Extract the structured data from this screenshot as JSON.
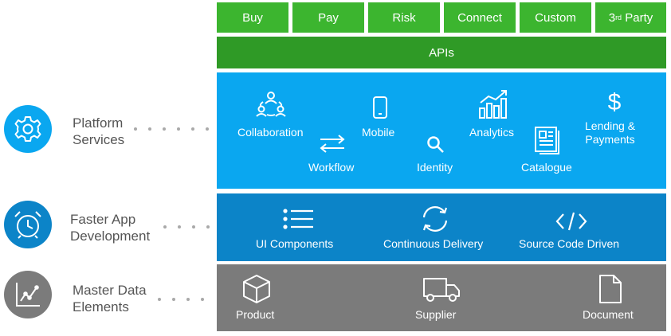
{
  "apis": {
    "tabs": [
      "Buy",
      "Pay",
      "Risk",
      "Connect",
      "Custom"
    ],
    "third_party": {
      "base": "3",
      "sup": "rd",
      "rest": " Party"
    },
    "label": "APIs"
  },
  "layers": {
    "platform": {
      "title_line1": "Platform",
      "title_line2": "Services",
      "items": {
        "collaboration": "Collaboration",
        "mobile": "Mobile",
        "analytics": "Analytics",
        "lending": "Lending &",
        "lending2": "Payments",
        "workflow": "Workflow",
        "identity": "Identity",
        "catalogue": "Catalogue"
      }
    },
    "faster": {
      "title_line1": "Faster App",
      "title_line2": "Development",
      "items": {
        "ui": "UI Components",
        "cd": "Continuous Delivery",
        "scd": "Source Code Driven"
      }
    },
    "master": {
      "title_line1": "Master Data",
      "title_line2": "Elements",
      "items": {
        "product": "Product",
        "supplier": "Supplier",
        "document": "Document"
      }
    }
  },
  "colors": {
    "api_tab": "#3cb52f",
    "api_bar": "#2f9a26",
    "platform": "#0aa7f0",
    "faster": "#0c84c8",
    "master": "#7b7b7b"
  },
  "icons": {
    "platform_side": "gear-icon",
    "faster_side": "alarm-clock-icon",
    "master_side": "line-chart-icon"
  }
}
